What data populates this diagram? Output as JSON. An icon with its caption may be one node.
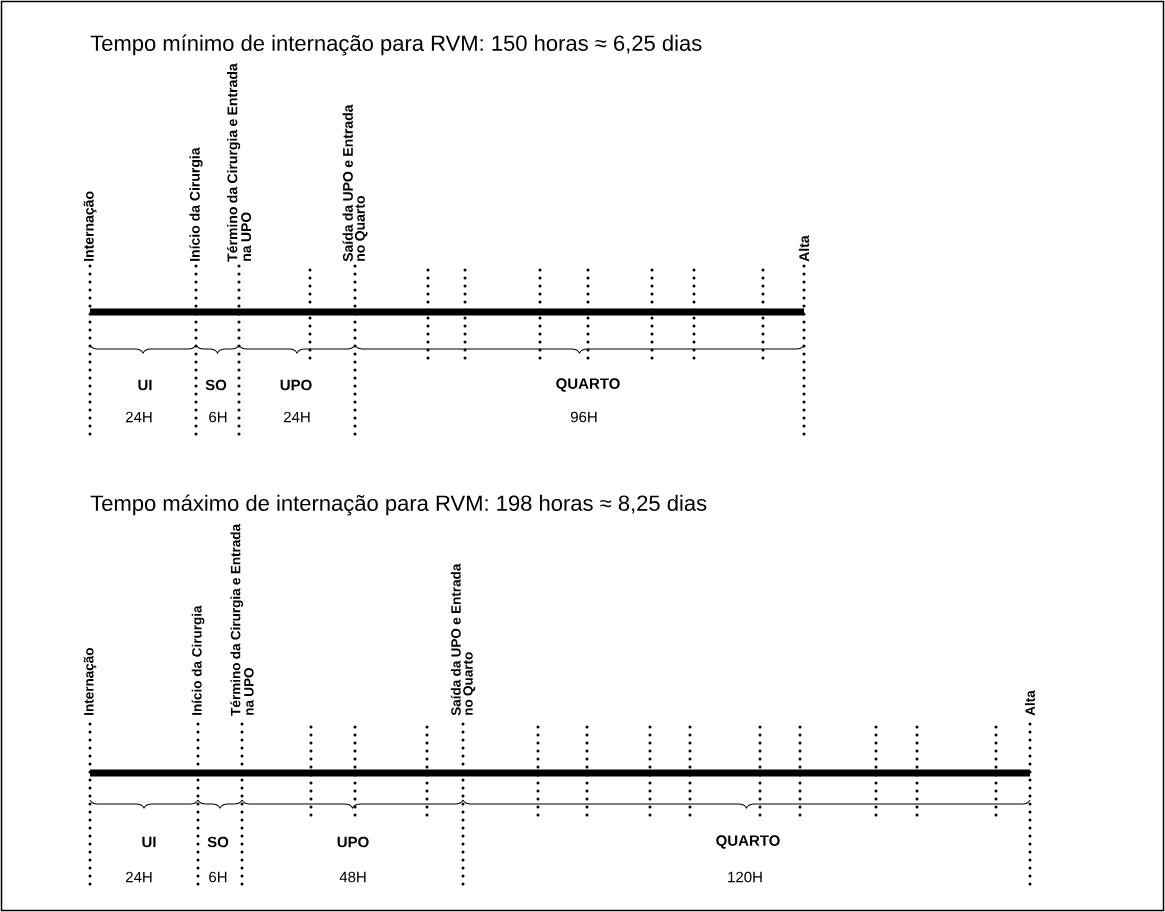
{
  "diagram": {
    "labels": [
      "Tempo mínimo de internação para RVM: 150 horas ≈ 6,25 dias",
      "Internação",
      "Início da Cirurgia",
      "Término da Cirurgia e Entrada na UPO",
      "Saída da UPO e Entrada no Quarto",
      "Alta",
      "UI",
      "SO",
      "UPO",
      "QUARTO",
      "24H",
      "6H",
      "24H",
      "96H",
      "Tempo máximo de internação para RVM: 198 horas ≈ 8,25 dias",
      "Internação",
      "Início da Cirurgia",
      "Término da Cirurgia e Entrada na UPO",
      "Saída da UPO e Entrada no Quarto",
      "Alta",
      "UI",
      "SO",
      "UPO",
      "QUARTO",
      "24H",
      "6H",
      "48H",
      "120H"
    ]
  }
}
